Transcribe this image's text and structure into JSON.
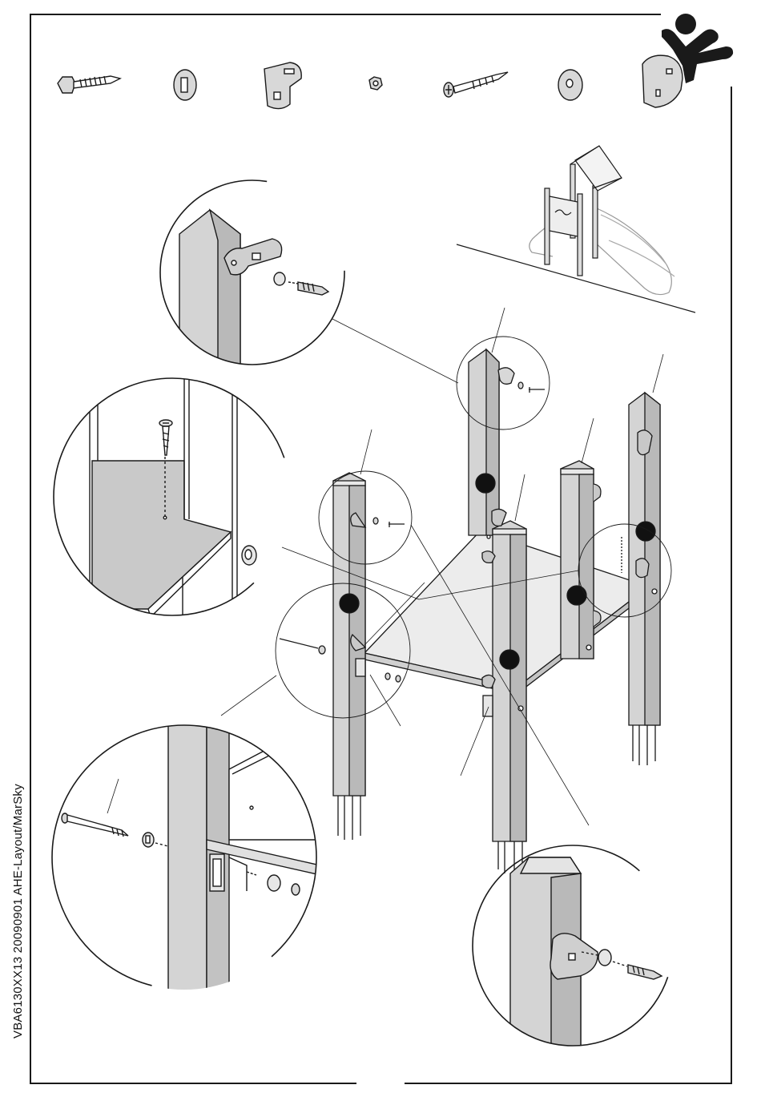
{
  "document": {
    "side_label": "VBA6130XX13  20090901  AHE-Layout/MarSky"
  },
  "colors": {
    "post_fill": "#d4d4d4",
    "post_shade": "#b9b9b9",
    "deck_fill": "#ececec",
    "line": "#1a1a1a",
    "logo": "#1a1a1a"
  },
  "icons": {
    "logo": "kids-figure-logo",
    "hardware": [
      "lag-screw-icon",
      "oval-washer-icon",
      "angle-bracket-icon",
      "hex-nut-icon",
      "wood-screw-icon",
      "round-washer-icon",
      "corner-bracket-icon"
    ],
    "step_markers": 5
  }
}
